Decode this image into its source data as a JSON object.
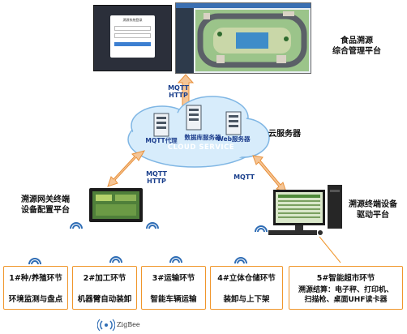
{
  "platform": {
    "label_line1": "食品溯源",
    "label_line2": "综合管理平台",
    "login_title": "溯源系统登录",
    "dashboard_title": "溯源数据"
  },
  "protocol_top": {
    "line1": "MQTT",
    "line2": "HTTP"
  },
  "cloud": {
    "label": "云服务器",
    "service_text": "CLOUD  SERVICE",
    "servers": [
      "MQTT代理",
      "数据库服务器",
      "Web服务器"
    ]
  },
  "gateway": {
    "label_line1": "溯源网关终端",
    "label_line2": "设备配置平台",
    "protocol_line1": "MQTT",
    "protocol_line2": "HTTP"
  },
  "terminal": {
    "label_line1": "溯源终端设备",
    "label_line2": "驱动平台",
    "protocol": "MQTT"
  },
  "stages": [
    {
      "title": "1#种/养殖环节",
      "desc": "环境监测与盘点"
    },
    {
      "title": "2#加工环节",
      "desc": "机器臂自动装卸"
    },
    {
      "title": "3#运输环节",
      "desc": "智能车辆运输"
    },
    {
      "title": "4#立体仓储环节",
      "desc": "装卸与上下架"
    },
    {
      "title": "5#智能超市环节",
      "desc_line1": "溯源结算：电子秤、打印机、",
      "desc_line2": "扫描枪、桌面UHF读卡器"
    }
  ],
  "legend": {
    "zigbee": "ZigBee"
  },
  "colors": {
    "arrow": "#f5c596",
    "arrow_stroke": "#e8903a",
    "stage_border": "#f0962b",
    "cloud": "#d7ecfb",
    "cloud_stroke": "#7fb6e4"
  }
}
